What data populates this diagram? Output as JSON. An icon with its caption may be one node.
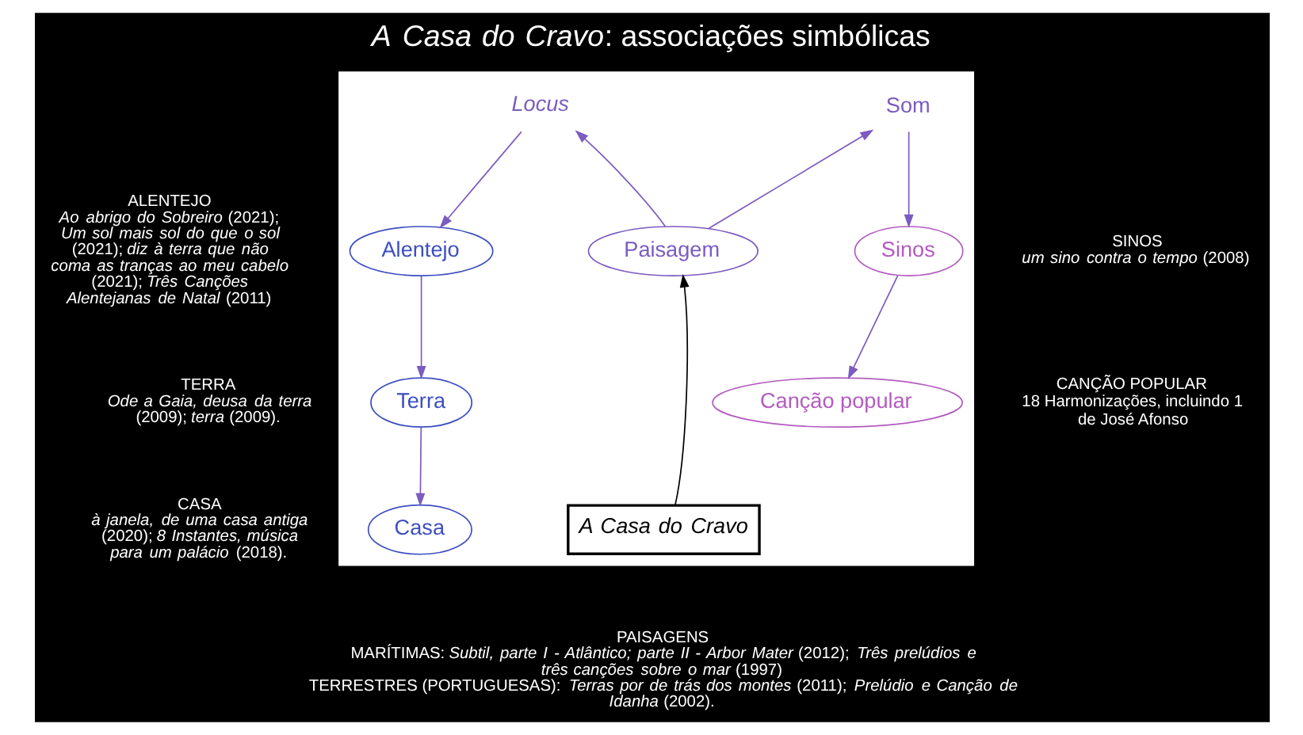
{
  "diagram": {
    "title": "*A Casa do Cravo*: associações simbólicas",
    "nodes": [
      {
        "text": [],
        "shape": "box"
      },
      {
        "text": [
          "Locus"
        ],
        "in": 0
      },
      {
        "text": [
          "Som"
        ],
        "in": 0
      },
      {
        "text": [
          "Alentejo"
        ],
        "in": 0,
        "beside": [
          "ALENTEJO",
          "*Ao abrigo do Sobreiro* (2021); *Um sol mais sol do que o sol* (2021); *diz à terra que não coma as tranças ao meu cabelo* (2021); *Três Canções Alentejanas de Natal* (2011)"
        ]
      },
      {
        "text": [
          "Paisagem"
        ],
        "in": 0,
        "beside": [
          "PAISAGENS",
          "MARÍTIMAS: *Subtil, parte I - Atlântico; parte II - Arbor Mater* (2012); *Três prelúdios e três canções sobre o mar* (1997)",
          "TERRESTRES (PORTUGUESAS): *Terras por de trás dos montes* (2011); *Prelúdio e Canção de Idanha* (2002)."
        ]
      },
      {
        "text": [
          "Sinos"
        ],
        "in": 0,
        "beside": [
          "SINOS",
          "*um sino contra o tempo* (2008)"
        ]
      },
      {
        "text": [
          "Terra"
        ],
        "in": 0,
        "beside": [
          "TERRA",
          "*Ode a Gaia, deusa da terra* (2009); *terra* (2009)."
        ]
      },
      {
        "text": [
          "Canção popular"
        ],
        "in": 0,
        "beside": [
          "CANÇÃO POPULAR",
          "18 Harmonizações, incluindo 1 de José Afonso"
        ]
      },
      {
        "text": [
          "Casa"
        ],
        "in": 0,
        "beside": [
          "CASA",
          "*à janela, de uma casa antiga* (2020); *8 Instantes, música para um palácio* (2018)."
        ]
      },
      {
        "text": [
          "A Casa do Cravo"
        ],
        "in": 0
      }
    ],
    "edges": [
      {
        "from": 4,
        "to": 1,
        "arrow": "to"
      },
      {
        "from": 4,
        "to": 2,
        "arrow": "to"
      },
      {
        "from": 1,
        "to": 3,
        "arrow": "to"
      },
      {
        "from": 2,
        "to": 5,
        "arrow": "to"
      },
      {
        "from": 9,
        "to": 4,
        "arrow": "to",
        "color": "#000000"
      },
      {
        "from": 3,
        "to": 6,
        "arrow": "to"
      },
      {
        "from": 5,
        "to": 7,
        "arrow": "to"
      },
      {
        "from": 6,
        "to": 8,
        "arrow": "to"
      }
    ]
  }
}
